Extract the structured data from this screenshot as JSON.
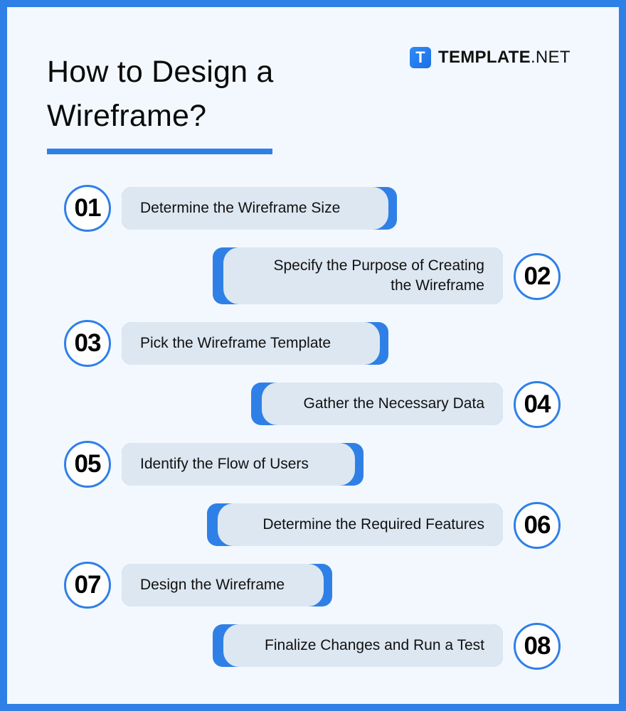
{
  "header": {
    "title_line1": "How to Design a",
    "title_line2": "Wireframe?",
    "accent_color": "#2f80e6"
  },
  "logo": {
    "mark": "T",
    "brand_bold": "TEMPLATE",
    "brand_suffix": ".NET"
  },
  "steps": [
    {
      "number": "01",
      "label": "Determine the Wireframe Size",
      "side": "left"
    },
    {
      "number": "02",
      "label_line1": "Specify the Purpose of Creating",
      "label_line2": "the Wireframe",
      "side": "right"
    },
    {
      "number": "03",
      "label": "Pick the Wireframe Template",
      "side": "left"
    },
    {
      "number": "04",
      "label": "Gather the Necessary Data",
      "side": "right"
    },
    {
      "number": "05",
      "label": "Identify the Flow of Users",
      "side": "left"
    },
    {
      "number": "06",
      "label": "Determine the Required Features",
      "side": "right"
    },
    {
      "number": "07",
      "label": "Design the Wireframe",
      "side": "left"
    },
    {
      "number": "08",
      "label": "Finalize Changes and Run a Test",
      "side": "right"
    }
  ]
}
